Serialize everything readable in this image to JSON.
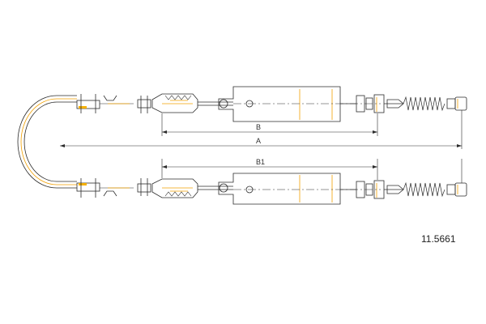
{
  "drawing": {
    "part_number": "11.5661",
    "dimensions": {
      "b": "B",
      "a": "A",
      "b1": "B1"
    },
    "accent_color": "#f2a000"
  }
}
